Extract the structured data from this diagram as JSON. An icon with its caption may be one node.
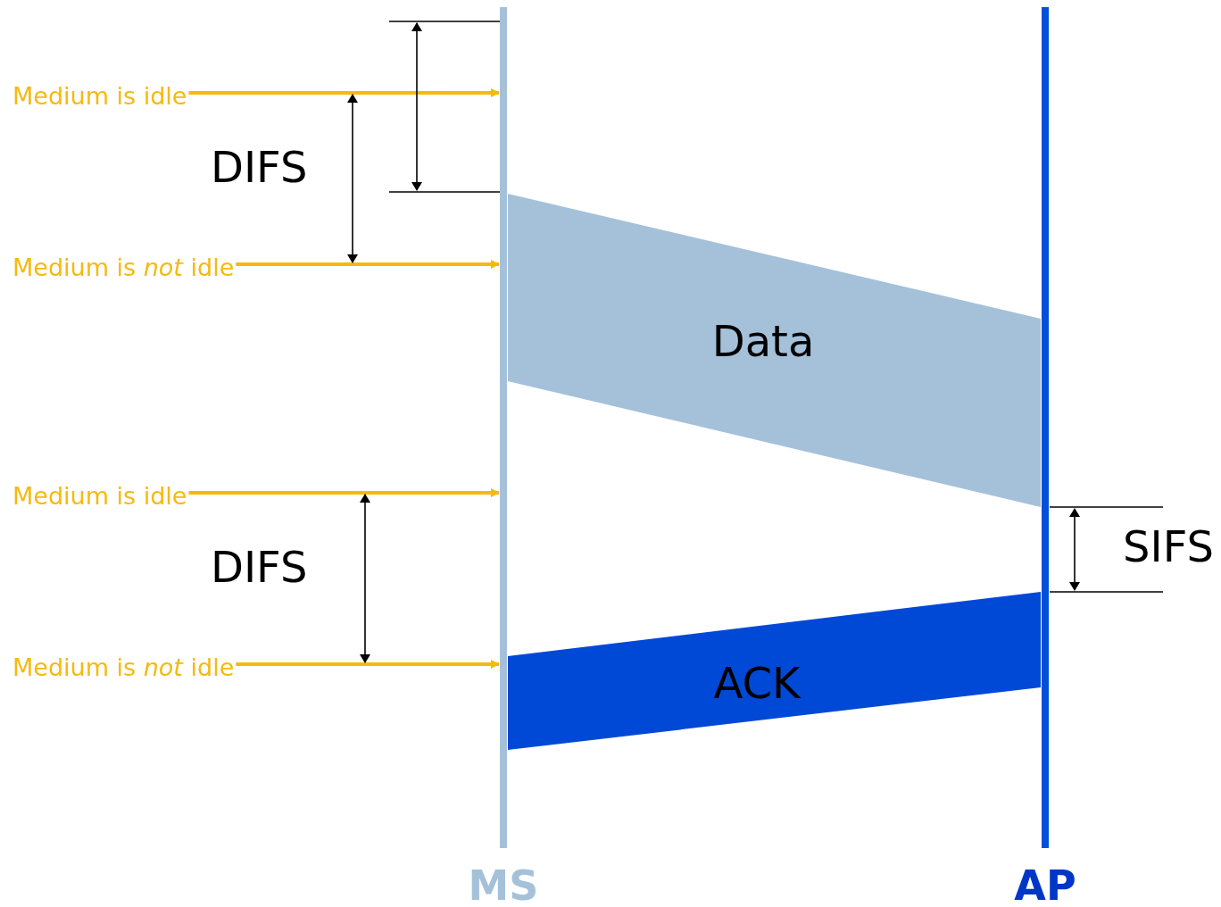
{
  "diagram": {
    "nodes": [
      {
        "text": [
          "MS"
        ]
      },
      {
        "text": [
          "AP"
        ]
      },
      {
        "text": [
          "Data"
        ]
      },
      {
        "text": [
          "ACK"
        ]
      },
      {
        "text": [
          "Medium is idle"
        ]
      },
      {
        "text": [
          "Medium is *not* idle"
        ]
      },
      {
        "text": [
          "Medium is idle"
        ]
      },
      {
        "text": [
          "Medium is *not* idle"
        ]
      }
    ],
    "edges": [
      {
        "from": 4,
        "to": 0,
        "arrow": "to"
      },
      {
        "from": 5,
        "to": 0,
        "arrow": "to"
      },
      {
        "from": 6,
        "to": 0,
        "arrow": "to"
      },
      {
        "from": 7,
        "to": 0,
        "arrow": "to"
      }
    ],
    "labels": [
      "DIFS",
      "DIFS",
      "SIFS"
    ]
  }
}
